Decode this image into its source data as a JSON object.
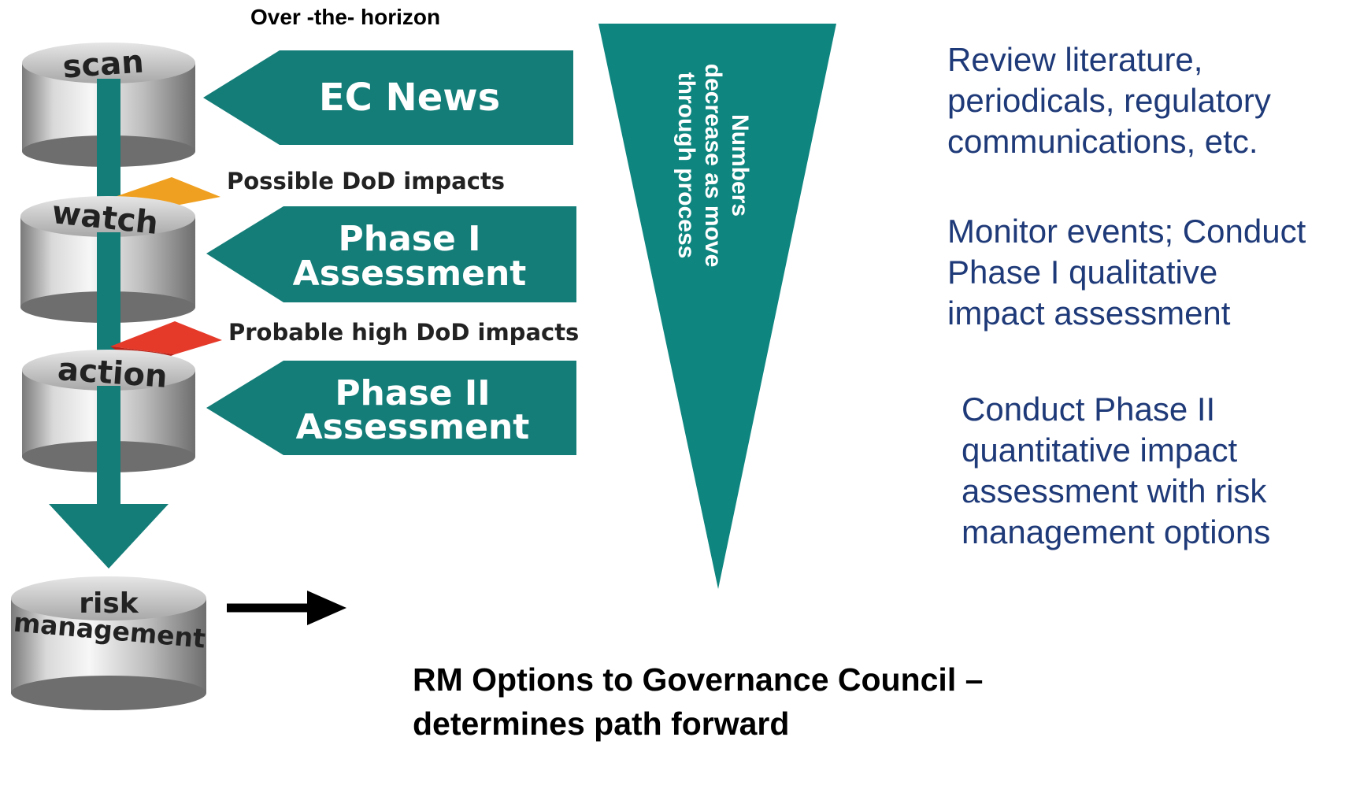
{
  "header": {
    "over_horizon": "Over -the- horizon"
  },
  "stages": [
    {
      "name": "scan",
      "banner": [
        "EC News"
      ]
    },
    {
      "name": "watch",
      "banner": [
        "Phase I",
        "Assessment"
      ]
    },
    {
      "name": "action",
      "banner": [
        "Phase II",
        "Assessment"
      ]
    },
    {
      "name_lines": [
        "risk",
        "management"
      ]
    }
  ],
  "transitions": [
    {
      "label": "Possible DoD impacts",
      "color": "#f0a020"
    },
    {
      "label": "Probable high DoD impacts",
      "color": "#e53a2a"
    }
  ],
  "funnel": {
    "lines": [
      "Numbers",
      "decrease as move",
      "through process"
    ],
    "color": "#0e857f"
  },
  "descriptions": [
    [
      "Review literature,",
      "periodicals, regulatory",
      "communications, etc."
    ],
    [
      "Monitor events; Conduct",
      "Phase I qualitative",
      "impact assessment"
    ],
    [
      "Conduct Phase II",
      "quantitative impact",
      "assessment with risk",
      "management options"
    ]
  ],
  "risk_management_note": [
    "RM Options to Governance Council –",
    "determines path forward"
  ],
  "colors": {
    "teal": "#147d78",
    "navy_text": "#1f3a78"
  }
}
